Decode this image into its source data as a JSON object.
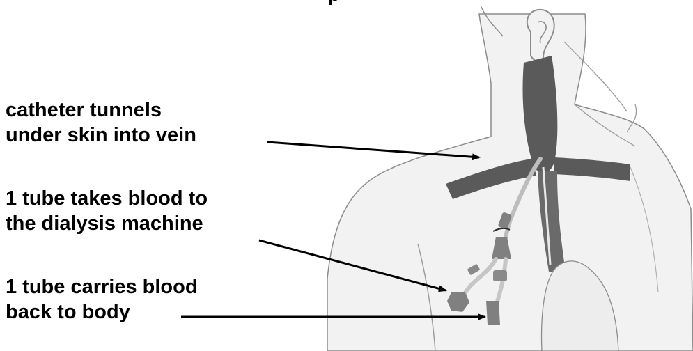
{
  "title_fragment": "p",
  "labels": [
    {
      "line1": "catheter tunnels",
      "line2": "under skin into vein"
    },
    {
      "line1": "1 tube takes blood to",
      "line2": "the dialysis machine"
    },
    {
      "line1": "1 tube carries blood",
      "line2": "back to body"
    }
  ],
  "colors": {
    "text": "#000000",
    "body_fill": "#f2f2f2",
    "body_outline": "#8c8c8c",
    "vein": "#5a5a5a",
    "catheter": "#bdbdbd",
    "connector": "#808080"
  }
}
